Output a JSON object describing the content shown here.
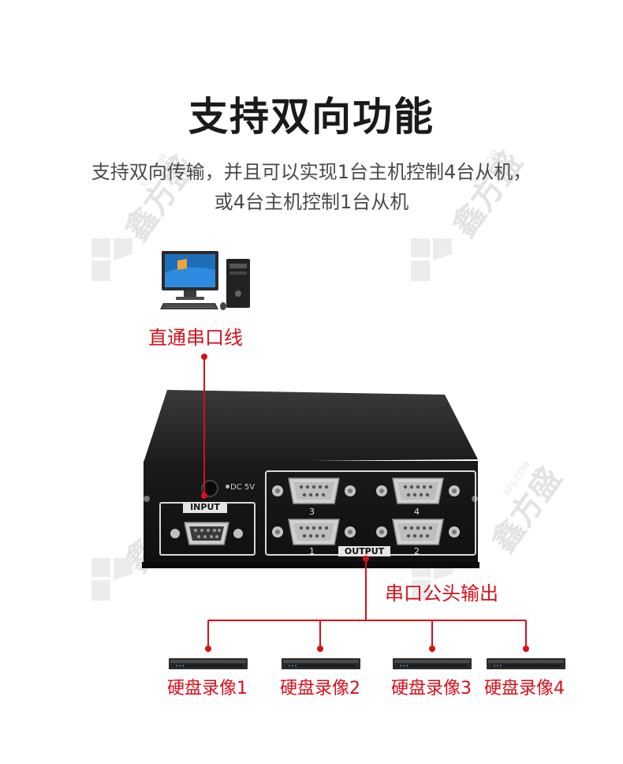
{
  "heading": "支持双向功能",
  "description": {
    "line1": "支持双向传输，并且可以实现1台主机控制4台从机，",
    "line2": "或4台主机控制1台从机"
  },
  "cable_label": "直通串口线",
  "output_label": "串口公头输出",
  "device": {
    "input_label": "INPUT",
    "output_label": "OUTPUT",
    "power_label": "DC 5V",
    "ports": [
      "3",
      "4",
      "1",
      "2"
    ]
  },
  "recorders": [
    "硬盘录像1",
    "硬盘录像2",
    "硬盘录像3",
    "硬盘录像4"
  ],
  "watermark": {
    "brand": "鑫方盛",
    "domain": "XFS.COM"
  },
  "colors": {
    "accent": "#d6101b",
    "title": "#1a1a1a",
    "body_text": "#4a4a4a",
    "device_body": "#1b1b1b"
  }
}
